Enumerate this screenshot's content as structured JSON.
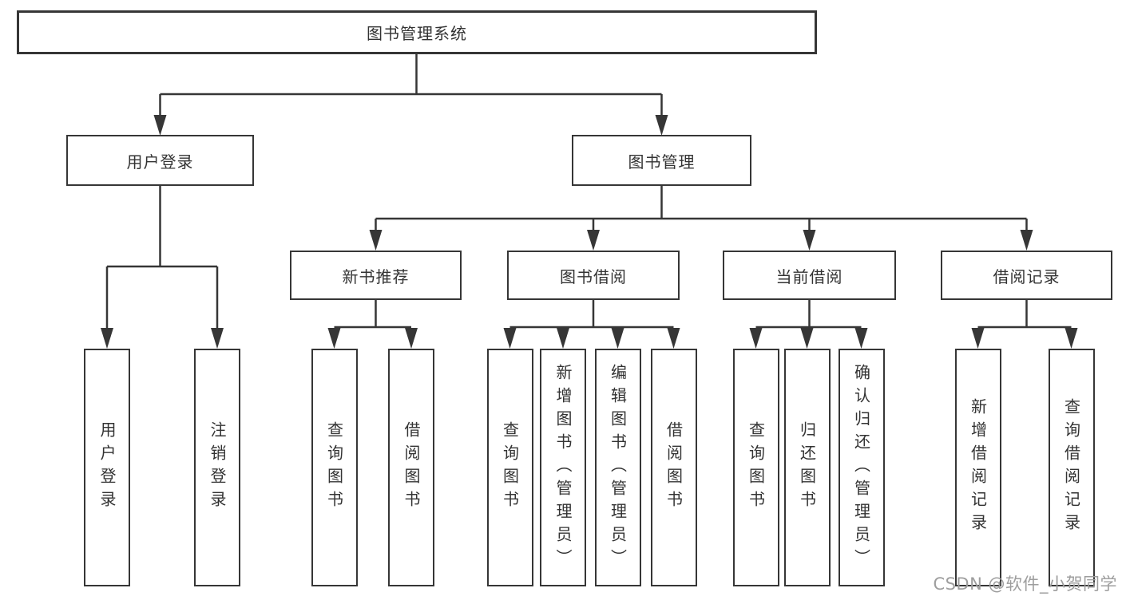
{
  "diagram": {
    "root": "图书管理系统",
    "level2": [
      {
        "label": "用户登录"
      },
      {
        "label": "图书管理"
      }
    ],
    "level3": [
      {
        "label": "新书推荐"
      },
      {
        "label": "图书借阅"
      },
      {
        "label": "当前借阅"
      },
      {
        "label": "借阅记录"
      }
    ],
    "leaves": [
      {
        "label": "用户登录"
      },
      {
        "label": "注销登录"
      },
      {
        "label": "查询图书"
      },
      {
        "label": "借阅图书"
      },
      {
        "label": "查询图书"
      },
      {
        "label": "新增图书（管理员）"
      },
      {
        "label": "编辑图书（管理员）"
      },
      {
        "label": "借阅图书"
      },
      {
        "label": "查询图书"
      },
      {
        "label": "归还图书"
      },
      {
        "label": "确认归还（管理员）"
      },
      {
        "label": "新增借阅记录"
      },
      {
        "label": "查询借阅记录"
      }
    ],
    "watermark": "CSDN @软件_小贺同学",
    "colors": {
      "line": "#363636",
      "text": "#333333",
      "box_background": "#ffffff",
      "watermark": "#9e9e9e"
    }
  }
}
